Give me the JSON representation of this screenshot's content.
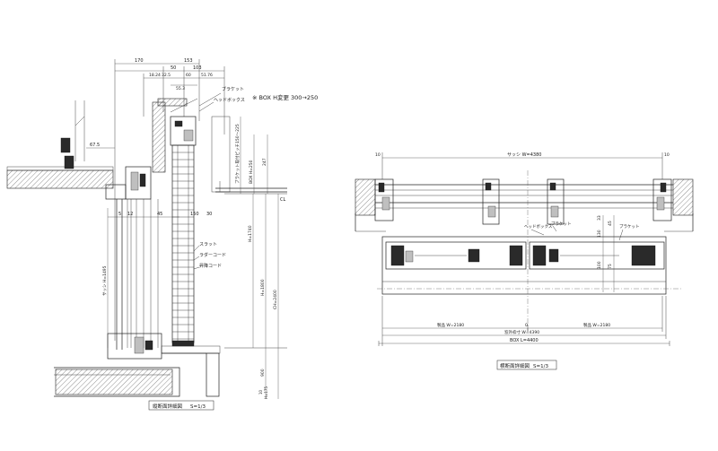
{
  "left_drawing": {
    "top_dims": [
      "170",
      "153",
      "50",
      "103",
      "18.24",
      "32.5",
      "60",
      "51.76",
      "55.3"
    ],
    "mid_dims": [
      "67.5",
      "5",
      "12",
      "45",
      "150",
      "30"
    ],
    "labels": {
      "bracket": "ブラケット",
      "head_box": "ヘッドボックス",
      "box_change": "※ BOX H変更 300→250",
      "slat": "スラット",
      "ladder_cord": "ラダーコード",
      "lift_cord": "昇降コード",
      "cl": "CL"
    },
    "vertical_dims": [
      "ブラケット取付ピッチ150～225",
      "BOX H=250",
      "247",
      "H=1740",
      "サッシ H=1495",
      "H=1800",
      "CH=2400",
      "900",
      "10",
      "H=175"
    ],
    "title": "縦断面詳細図",
    "scale": "S=1/3"
  },
  "right_drawing": {
    "top_dim": "サッシ W=4380",
    "small_dims": [
      "10",
      "10",
      "130",
      "45",
      "33",
      "100",
      "75"
    ],
    "labels": {
      "head_box": "ヘッドボックス",
      "bracket_a": "ブラケット",
      "bracket_b": "ブラケット"
    },
    "bottom_dims": {
      "left_w": "製品 W=2180",
      "right_w": "製品 W=2180",
      "center_zero": "0",
      "open_w": "窓外枠寸 W=4390",
      "box_l": "BOX L=4400"
    },
    "title": "横断面詳細図",
    "scale": "S=1/3"
  }
}
